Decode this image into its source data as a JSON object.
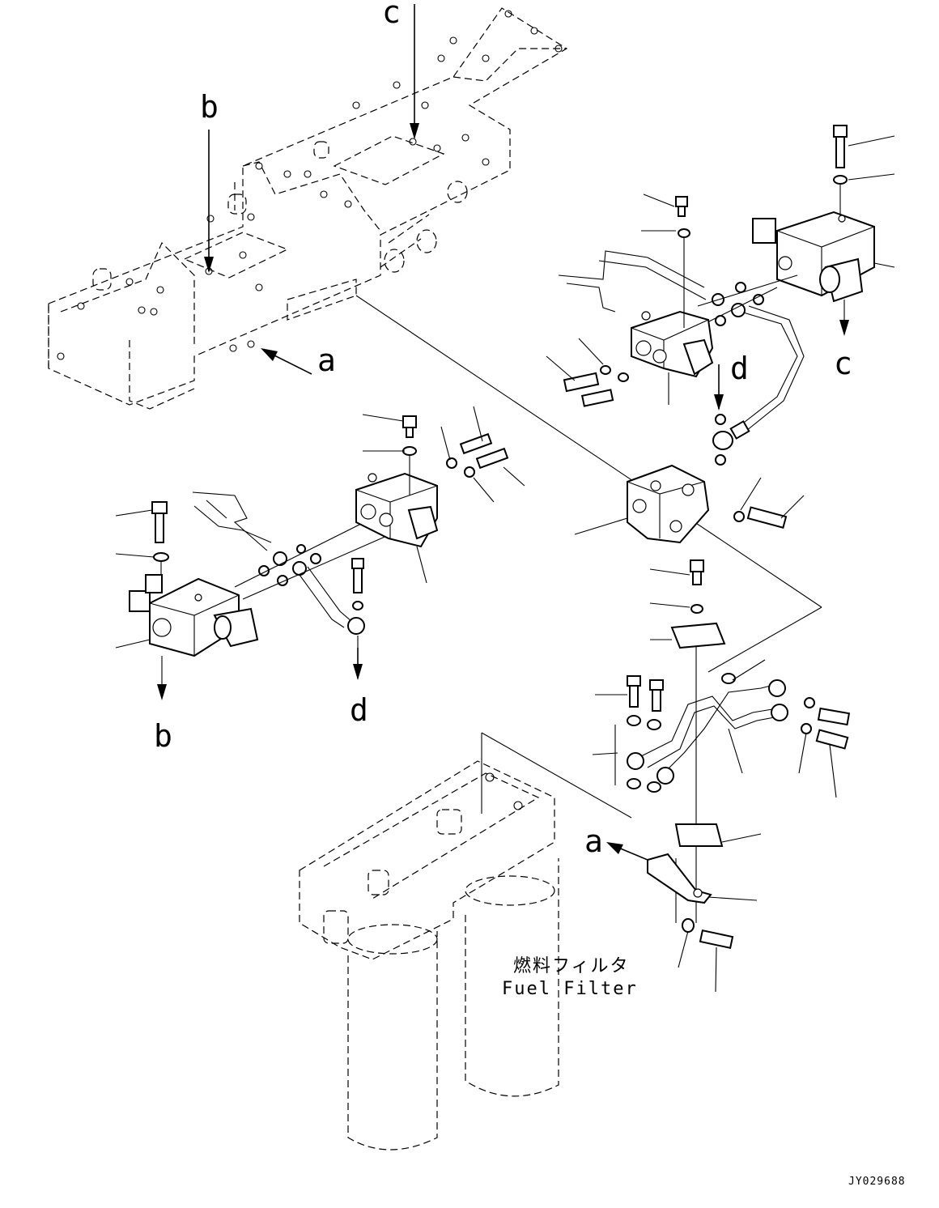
{
  "labels": {
    "a": "a",
    "b": "b",
    "c": "c",
    "d": "d"
  },
  "caption": {
    "jp": "燃料フィルタ",
    "en": "Fuel Filter"
  },
  "drawing_id": "JY029688",
  "colors": {
    "line": "#000000",
    "background": "#ffffff"
  }
}
